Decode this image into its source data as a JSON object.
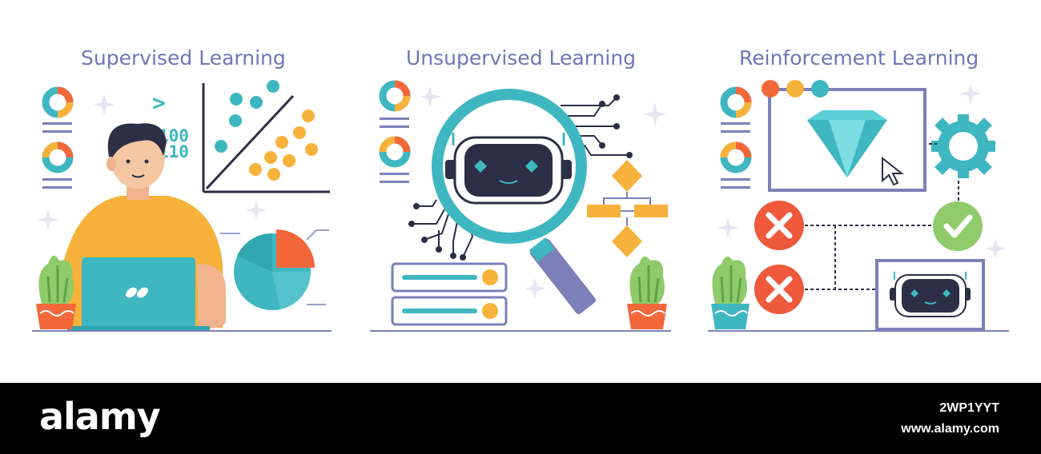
{
  "panels": [
    {
      "title": "Supervised Learning",
      "binary_top": "100",
      "binary_bottom": "110",
      "symbol": ">"
    },
    {
      "title": "Unsupervised Learning"
    },
    {
      "title": "Reinforcement Learning"
    }
  ],
  "footer": {
    "brand": "alamy",
    "image_id": "2WP1YYT",
    "site": "www.alamy.com"
  },
  "colors": {
    "title": "#6f76b5",
    "teal": "#3fb7c1",
    "orange": "#f2683a",
    "yellow": "#f6b23a",
    "navy": "#2c2f45",
    "purple_line": "#7b80b8",
    "green": "#8fcb6b",
    "red": "#ee5a3b"
  },
  "icons": [
    "donut-chart-icon",
    "scatter-plot-icon",
    "pie-chart-icon",
    "laptop-icon",
    "plant-icon",
    "magnifier-icon",
    "robot-icon",
    "circuit-icon",
    "flowchart-icon",
    "server-icon",
    "diamond-icon",
    "cursor-icon",
    "gear-icon",
    "cross-icon",
    "check-icon",
    "sparkle-icon"
  ]
}
